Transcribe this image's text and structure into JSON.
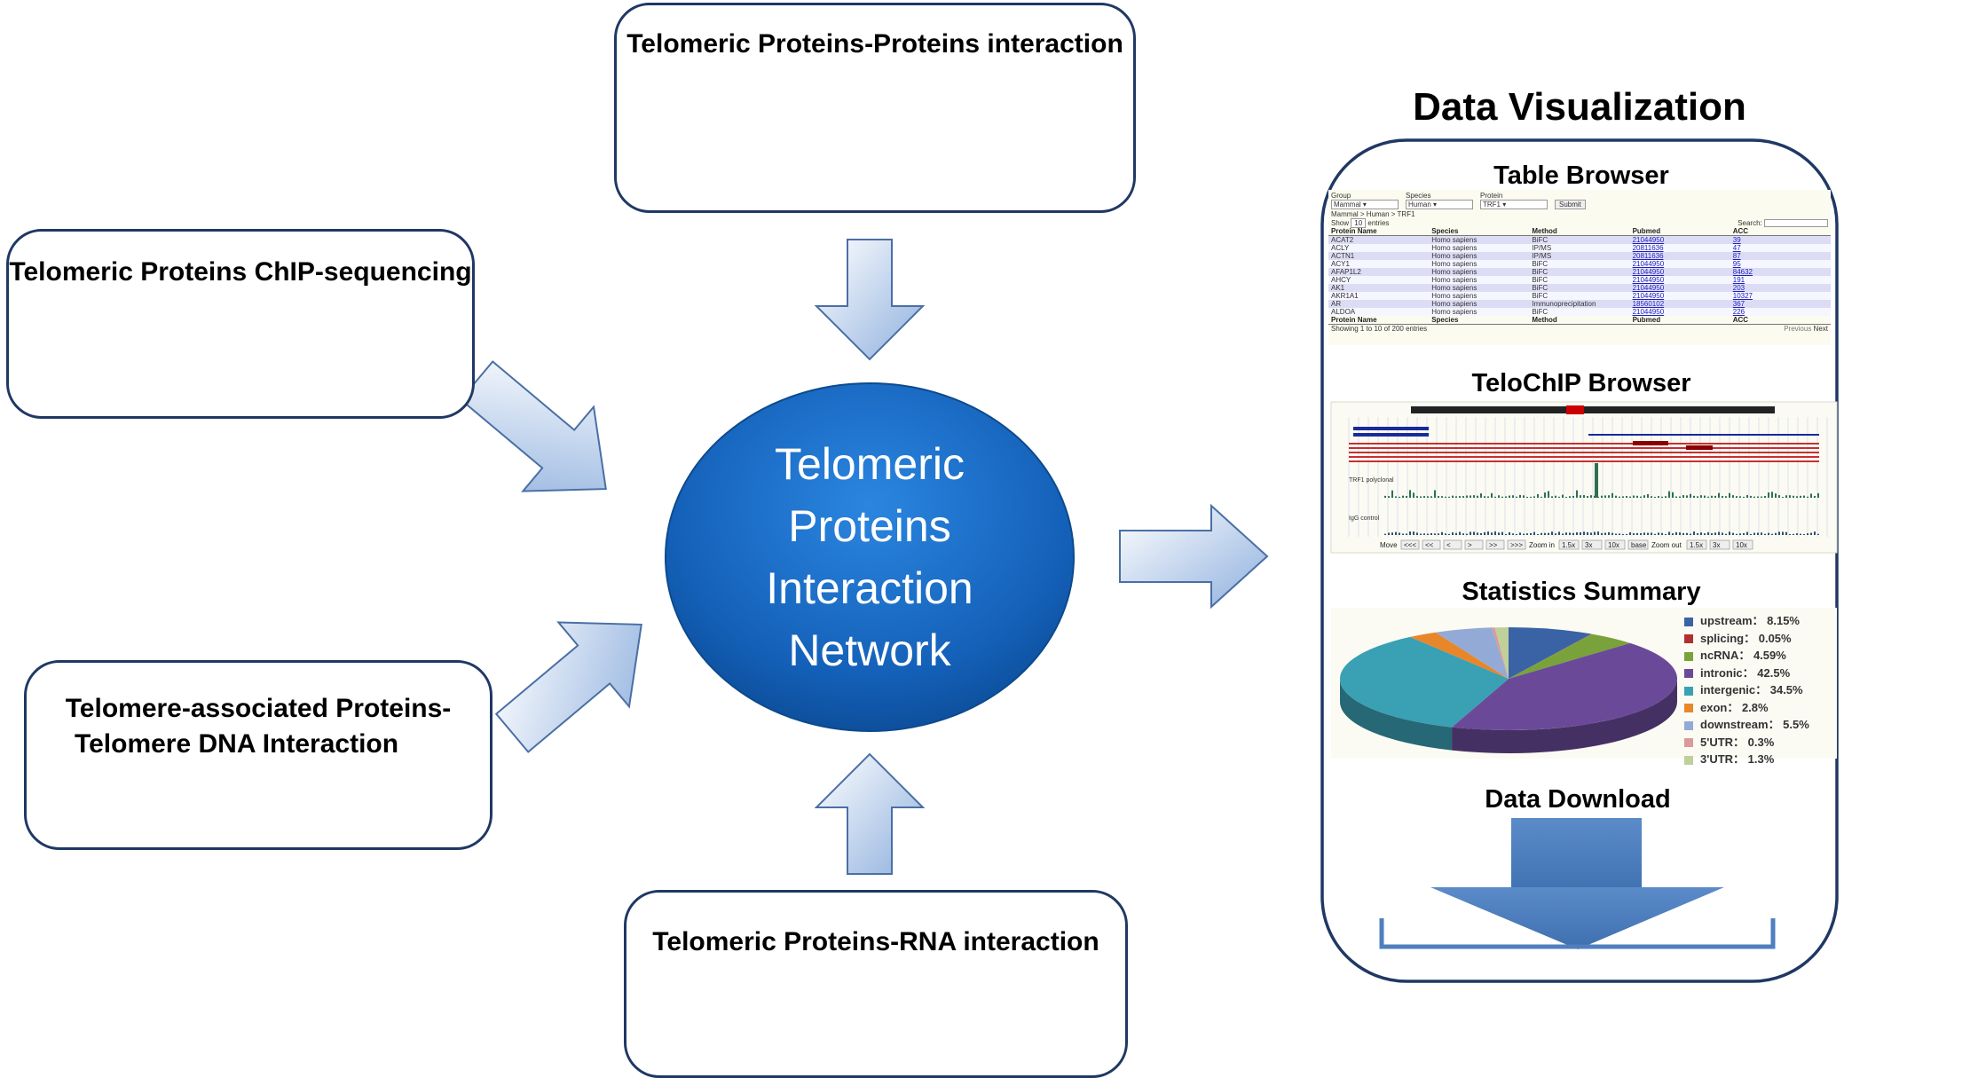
{
  "boxes": {
    "ppi": {
      "title": "Telomeric Proteins-Proteins interaction"
    },
    "chip": {
      "title": "Telomeric Proteins ChIP-sequencing"
    },
    "dna": {
      "title_line1": "Telomere-associated Proteins-",
      "title_line2": "Telomere DNA Interaction"
    },
    "rna": {
      "title": "Telomeric Proteins-RNA interaction"
    }
  },
  "center": {
    "line1": "Telomeric",
    "line2": "Proteins",
    "line3": "Interaction",
    "line4": "Network"
  },
  "visualization": {
    "title": "Data Visualization",
    "table_browser": {
      "title": "Table Browser",
      "filters": [
        {
          "label": "Group",
          "value": "Mammal"
        },
        {
          "label": "Species",
          "value": "Human"
        },
        {
          "label": "Protein",
          "value": "TRF1"
        }
      ],
      "submit_label": "Submit",
      "breadcrumb": "Mammal > Human > TRF1",
      "show_label": "Show",
      "show_value": "10",
      "entries_label": "entries",
      "search_label": "Search:",
      "columns": [
        "Protein Name",
        "Species",
        "Method",
        "Pubmed",
        "ACC"
      ],
      "rows": [
        [
          "ACAT2",
          "Homo sapiens",
          "BiFC",
          "21044950",
          "39"
        ],
        [
          "ACLY",
          "Homo sapiens",
          "IP/MS",
          "20811636",
          "47"
        ],
        [
          "ACTN1",
          "Homo sapiens",
          "IP/MS",
          "20811636",
          "87"
        ],
        [
          "ACY1",
          "Homo sapiens",
          "BiFC",
          "21044950",
          "95"
        ],
        [
          "AFAP1L2",
          "Homo sapiens",
          "BiFC",
          "21044950",
          "84632"
        ],
        [
          "AHCY",
          "Homo sapiens",
          "BiFC",
          "21044950",
          "191"
        ],
        [
          "AK1",
          "Homo sapiens",
          "BiFC",
          "21044950",
          "203"
        ],
        [
          "AKR1A1",
          "Homo sapiens",
          "BiFC",
          "21044950",
          "10327"
        ],
        [
          "AR",
          "Homo sapiens",
          "Immunoprecipitation",
          "18560102",
          "367"
        ],
        [
          "ALDOA",
          "Homo sapiens",
          "BiFC",
          "21044950",
          "226"
        ]
      ],
      "footer_info": "Showing 1 to 10 of 200 entries",
      "pager_prev": "Previous",
      "pager_next": "Next"
    },
    "telochip_browser": {
      "title": "TeloChIP Browser",
      "track_labels": [
        "TRF1 polyclonal",
        "IgG control"
      ],
      "nav_buttons": [
        "<<<",
        "<<",
        "<",
        ">",
        ">>",
        ">>>"
      ],
      "move_label": "Move",
      "zoom_in_label": "Zoom in",
      "zoom_in_buttons": [
        "1.5x",
        "3x",
        "10x",
        "base"
      ],
      "zoom_out_label": "Zoom out",
      "zoom_out_buttons": [
        "1.5x",
        "3x",
        "10x"
      ]
    },
    "statistics_summary": {
      "title": "Statistics Summary",
      "legend": [
        {
          "label": "upstream",
          "value": "8.15%",
          "color": "#3a63a6"
        },
        {
          "label": "splicing",
          "value": "0.05%",
          "color": "#b03030"
        },
        {
          "label": "ncRNA",
          "value": "4.59%",
          "color": "#7aa23a"
        },
        {
          "label": "intronic",
          "value": "42.5%",
          "color": "#6a4a98"
        },
        {
          "label": "intergenic",
          "value": "34.5%",
          "color": "#3aa0b4"
        },
        {
          "label": "exon",
          "value": "2.8%",
          "color": "#e8862a"
        },
        {
          "label": "downstream",
          "value": "5.5%",
          "color": "#94aad6"
        },
        {
          "label": "5'UTR",
          "value": "0.3%",
          "color": "#d99a9a"
        },
        {
          "label": "3'UTR",
          "value": "1.3%",
          "color": "#c0d09a"
        }
      ]
    },
    "data_download": {
      "title": "Data Download"
    }
  },
  "colors": {
    "box_border": "#1f3864",
    "arrow_fill": "#bcd0ec",
    "arrow_stroke": "#4a6fa5",
    "node_blue": "#0a66c2",
    "node_red": "#ee1111",
    "node_green": "#00a550",
    "node_yellow": "#ffc000",
    "center_ellipse": "#1565c0",
    "dna_red": "#8b1a1a",
    "dna_blue": "#1e6fd0",
    "rna_purple": "#7030a0",
    "download_arrow": "#4f7fbf"
  }
}
